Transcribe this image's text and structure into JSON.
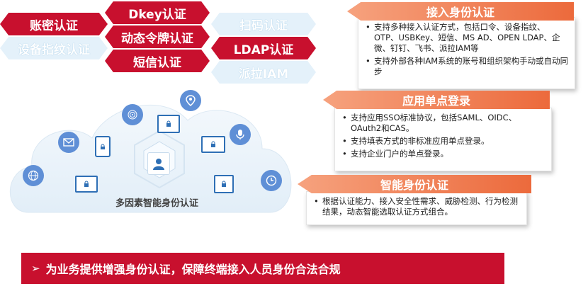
{
  "auth_methods": {
    "password": "账密认证",
    "dkey": "Dkey认证",
    "scan": "扫码认证",
    "fingerprint": "设备指纹认证",
    "dynamic_token": "动态令牌认证",
    "ldap": "LDAP认证",
    "sms": "短信认证",
    "pailai_iam": "派拉IAM"
  },
  "cloud_label": "多因素智能身份认证",
  "sections": [
    {
      "title": "接入身份认证",
      "bullets": [
        "支持多种接入认证方式，包括口令、设备指纹、OTP、USBKey、短信、MS AD、OPEN LDAP、企微、钉钉、飞书、派拉IAM等",
        "支持外部各种IAM系统的账号和组织架构手动或自动同步"
      ]
    },
    {
      "title": "应用单点登录",
      "bullets": [
        "支持应用SSO标准协议，包括SAML、OIDC、OAuth2和CAS。",
        "支持填表方式的非标准应用单点登录。",
        "支持企业门户的单点登录。"
      ]
    },
    {
      "title": "智能身份认证",
      "bullets": [
        "根据认证能力、接入安全性需求、威胁检测、行为检测结果，动态智能选取认证方式组合。"
      ]
    }
  ],
  "banner": {
    "arrow": "➢",
    "text": "为业务提供增强身份认证，保障终端接入人员身份合法合规"
  },
  "colors": {
    "red": "#c8102e",
    "orange": "#ec6a3c",
    "light_blue": "#e4f1fa",
    "icon_blue": "#2e6fb5"
  }
}
